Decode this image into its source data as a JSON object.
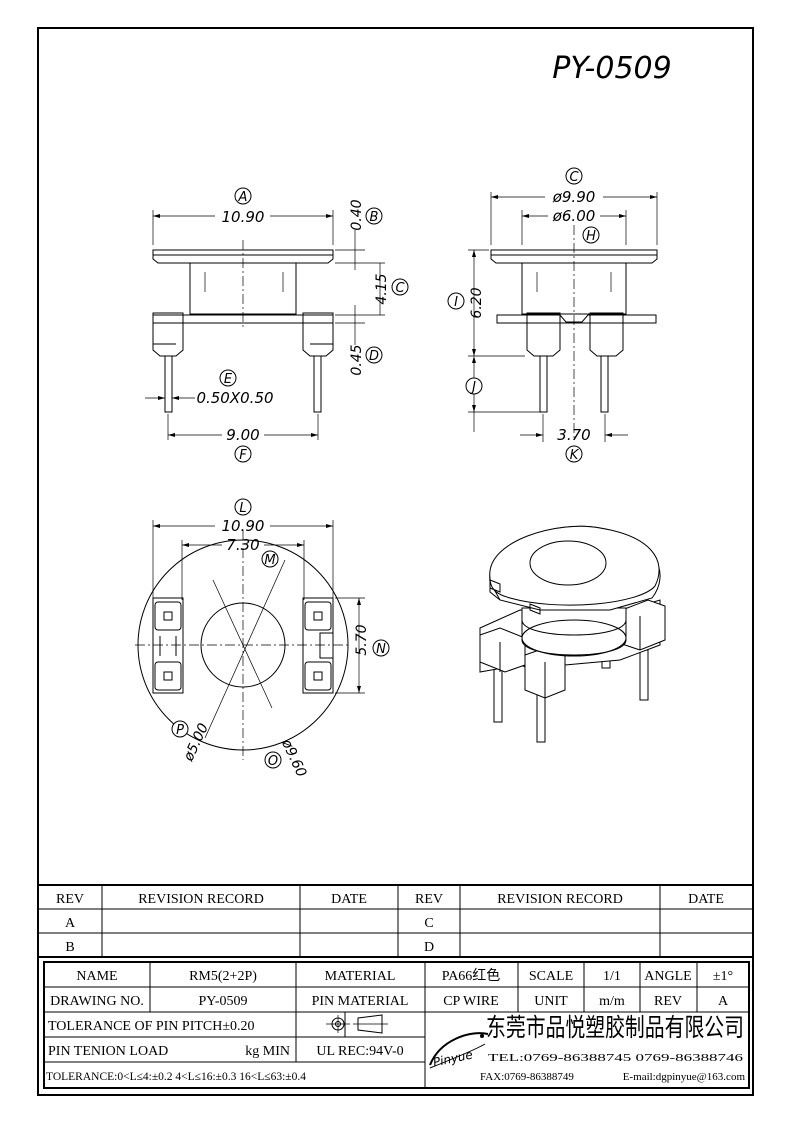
{
  "drawing": {
    "part_number": "PY-0509",
    "front_view": {
      "label_a": "A",
      "dim_a": "10.90",
      "label_b": "B",
      "dim_b": "0.40",
      "label_c": "C",
      "dim_c": "4.15",
      "label_d": "D",
      "dim_d": "0.45",
      "label_e": "E",
      "dim_e": "0.50X0.50",
      "label_f": "F",
      "dim_f": "9.00"
    },
    "side_view": {
      "label_c": "C",
      "dim_outer": "ø9.90",
      "dim_inner": "ø6.00",
      "label_h": "H",
      "label_i": "I",
      "dim_i": "6.20",
      "label_j": "J",
      "label_k": "K",
      "dim_k": "3.70"
    },
    "bottom_view": {
      "label_l": "L",
      "dim_l": "10.90",
      "dim_m": "7.30",
      "label_m": "M",
      "dim_n": "5.70",
      "label_n": "N",
      "label_p": "P",
      "dim_p": "ø5.00",
      "label_o": "O",
      "dim_o": "ø9.60"
    }
  },
  "revision_table": {
    "headers": [
      "REV",
      "REVISION RECORD",
      "DATE",
      "REV",
      "REVISION RECORD",
      "DATE"
    ],
    "rows": [
      [
        "A",
        "",
        "",
        "C",
        "",
        ""
      ],
      [
        "B",
        "",
        "",
        "D",
        "",
        ""
      ]
    ]
  },
  "title_block": {
    "name_label": "NAME",
    "name_value": "RM5(2+2P)",
    "material_label": "MATERIAL",
    "material_value": "PA66红色",
    "scale_label": "SCALE",
    "scale_value": "1/1",
    "angle_label": "ANGLE",
    "angle_value": "±1°",
    "drawing_no_label": "DRAWING NO.",
    "drawing_no_value": "PY-0509",
    "pin_material_label": "PIN MATERIAL",
    "pin_material_value": "CP WIRE",
    "unit_label": "UNIT",
    "unit_value": "m/m",
    "rev_label": "REV",
    "rev_value": "A",
    "pitch_tolerance": "TOLERANCE OF PIN PITCH±0.20",
    "tension_label": "PIN TENION LOAD",
    "tension_unit": "kg MIN",
    "ul_rec": "UL REC:94V-0",
    "tolerance_line": "TOLERANCE:0<L≤4:±0.2  4<L≤16:±0.3  16<L≤63:±0.4",
    "logo_text": "Pinyue",
    "company_name": "东莞市品悦塑胶制品有限公司",
    "tel": "TEL:0769-86388745   0769-86388746",
    "fax": "FAX:0769-86388749",
    "email": "E-mail:dgpinyue@163.com"
  }
}
